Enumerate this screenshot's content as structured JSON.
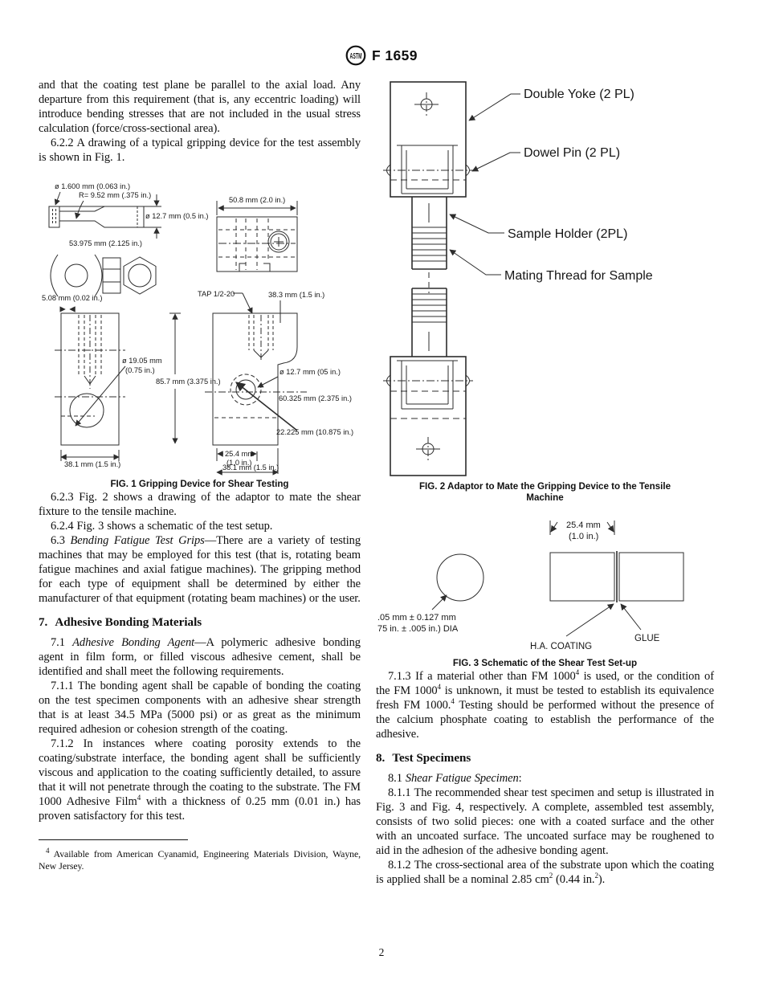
{
  "header": {
    "logo": "ASTM",
    "code": "F 1659"
  },
  "page": {
    "number": "2"
  },
  "left": {
    "p_cont": "and that the coating test plane be parallel to the axial load. Any departure from this requirement (that is, any eccentric loading) will introduce bending stresses that are not included in the usual stress calculation (force/cross-sectional area).",
    "p622": "6.2.2 A drawing of a typical gripping device for the test assembly is shown in Fig. 1.",
    "fig1": {
      "caption": "FIG. 1 Gripping Device for Shear Testing",
      "labels": {
        "d1": "ø 1.600 mm (0.063 in.)",
        "d2": "R= 9.52 mm (.375 in.)",
        "d3": "ø 12.7 mm (0.5 in.)",
        "d4": "53.975 mm (2.125 in.)",
        "d5": "50.8 mm (2.0 in.)",
        "d6": "TAP 1/2-20",
        "d7": "5.08 mm (0.02 in.)",
        "d8": "38.3 mm (1.5 in.)",
        "d9a": "ø 19.05 mm",
        "d9b": "(0.75 in.)",
        "d10": "85.7 mm (3.375 in.)",
        "d11": "ø 12.7 mm (05 in.)",
        "d12": "60.325 mm (2.375 in.)",
        "d13": "22.225 mm (10.875 in.)",
        "d14": "38.1 mm (1.5 in.)",
        "d15a": "25.4 mm",
        "d15b": "(1.0 in.)",
        "d16": "38.1 mm (1.5 in.)"
      }
    },
    "p623": "6.2.3 Fig. 2 shows a drawing of the adaptor to mate the shear fixture to the tensile machine.",
    "p624": "6.2.4 Fig. 3 shows a schematic of the test setup.",
    "p63": {
      "num": "6.3 ",
      "italic": "Bending Fatigue Test Grips",
      "rest": "—There are a variety of testing machines that may be employed for this test (that is, rotating beam fatigue machines and axial fatigue machines). The gripping method for each type of equipment shall be determined by either the manufacturer of that equipment (rotating beam machines) or the user."
    },
    "h7": {
      "num": "7.",
      "title": "Adhesive Bonding Materials"
    },
    "p71": {
      "num": "7.1 ",
      "italic": "Adhesive Bonding Agent",
      "rest": "—A polymeric adhesive bonding agent in film form, or filled viscous adhesive cement, shall be identified and shall meet the following requirements."
    },
    "p711": "7.1.1 The bonding agent shall be capable of bonding the coating on the test specimen components with an adhesive shear strength that is at least 34.5 MPa (5000 psi) or as great as the minimum required adhesion or cohesion strength of the coating.",
    "p712": {
      "t1": "7.1.2 In instances where coating porosity extends to the coating/substrate interface, the bonding agent shall be sufficiently viscous and application to the coating sufficiently detailed, to assure that it will not penetrate through the coating to the substrate. The FM 1000 Adhesive Film",
      "s1": "4",
      "t2": " with a thickness of 0.25 mm (0.01 in.) has proven satisfactory for this test."
    },
    "footnote": {
      "marker": "4",
      "text": " Available from American Cyanamid, Engineering Materials Division, Wayne, New Jersey."
    }
  },
  "right": {
    "fig2": {
      "labels": {
        "yoke": "Double Yoke (2 PL)",
        "dowel": "Dowel Pin (2 PL)",
        "holder": "Sample Holder (2PL)",
        "thread": "Mating Thread for Sample"
      },
      "caption1": "FIG. 2 Adaptor to Mate the Gripping Device to the Tensile",
      "caption2": "Machine"
    },
    "fig3": {
      "labels": {
        "dim1": "25.4 mm",
        "dim2": "(1.0 in.)",
        "dia1": ".05 mm ± 0.127 mm",
        "dia2": "75 in. ± .005 in.) DIA",
        "coating": "H.A. COATING",
        "glue": "GLUE"
      },
      "caption": "FIG. 3 Schematic of the Shear Test Set-up"
    },
    "p713": {
      "t1": "7.1.3 If a material other than FM 1000",
      "s1": "4",
      "t2": " is used, or the condition of the FM 1000",
      "s2": "4",
      "t3": " is unknown, it must be tested to establish its equivalence fresh FM 1000.",
      "s3": "4",
      "t4": " Testing should be performed without the presence of the calcium phosphate coating to establish the performance of the adhesive."
    },
    "h8": {
      "num": "8.",
      "title": "Test Specimens"
    },
    "p81": {
      "num": "8.1 ",
      "italic": "Shear Fatigue Specimen",
      "rest": ":"
    },
    "p811": "8.1.1 The recommended shear test specimen and setup is illustrated in Fig. 3 and Fig. 4, respectively. A complete, assembled test assembly, consists of two solid pieces: one with a coated surface and the other with an uncoated surface. The uncoated surface may be roughened to aid in the adhesion of the adhesive bonding agent.",
    "p812": {
      "t1": "8.1.2 The cross-sectional area of the substrate upon which the coating is applied shall be a nominal 2.85 cm",
      "s1": "2",
      "t2": " (0.44 in.",
      "s2": "2",
      "t3": ")."
    }
  }
}
